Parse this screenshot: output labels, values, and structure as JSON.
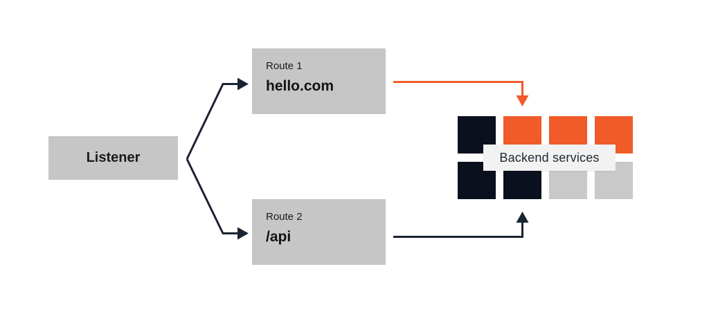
{
  "colors": {
    "navy": "#0b101e",
    "orange": "#f15a29",
    "box_gray": "#c6c6c6",
    "square_gray": "#c9c9c9",
    "label_bg": "#f2f2f2",
    "line_navy": "#1a2332",
    "label_text": "#1f2733",
    "text_dark": "#1b1b1b",
    "background": "#ffffff"
  },
  "listener": {
    "label": "Listener"
  },
  "routes": [
    {
      "title": "Route 1",
      "value": "hello.com"
    },
    {
      "title": "Route 2",
      "value": "/api"
    }
  ],
  "backend": {
    "label": "Backend services",
    "squares": [
      {
        "color": "navy"
      },
      {
        "color": "orange"
      },
      {
        "color": "orange"
      },
      {
        "color": "orange"
      },
      {
        "color": "navy"
      },
      {
        "color": "navy"
      },
      {
        "color": "gray"
      },
      {
        "color": "gray"
      }
    ]
  }
}
